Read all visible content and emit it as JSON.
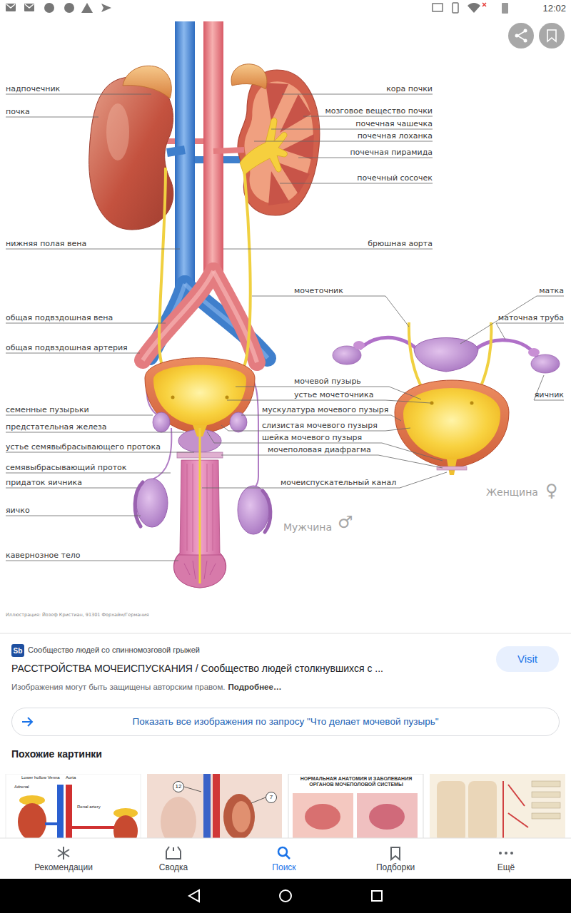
{
  "diagram": {
    "nodes": [
      {
        "text": [
          "Sb"
        ]
      },
      {
        "text": [
          "Visit"
        ]
      },
      {
        "text": [
          "Показать все изображения по запросу \"Что делает мочевой пузырь\""
        ]
      },
      {
        "text": [
          "12"
        ]
      },
      {
        "text": [
          "7"
        ]
      }
    ],
    "labels": [
      "12:02",
      "надпочечник",
      "кора почки",
      "почка",
      "мозговое вещество почки",
      "почечная чашечка",
      "почечная лоханка",
      "почечная пирамида",
      "почечный сосочек",
      "нижняя полая вена",
      "брюшная аорта",
      "мочеточник",
      "матка",
      "общая подвздошная вена",
      "маточная труба",
      "общая подвздошная артерия",
      "мочевой пузырь",
      "устье мочеточника",
      "яичник",
      "семенные пузырьки",
      "мускулатура мочевого пузыря",
      "предстательная железа",
      "слизистая мочевого пузыря",
      "шейка мочевого пузыря",
      "устье семявыбрасывающего протока",
      "мочеполовая диафрагма",
      "семявыбрасывающий проток",
      "придаток яичника",
      "мочеиспускательный канал",
      "Женщина",
      "♀",
      "яичко",
      "Мужчина",
      "♂",
      "кавернозное тело",
      "Иллюстрация: Йозеф Кристиан, 91301 Форхайм/Германия",
      "Сообщество людей со спинномозговой грыжей",
      "РАССТРОЙСТВА МОЧЕИСПУСКАНИЯ / Сообщество людей столкнувшихся с ...",
      "Изображения могут быть защищены авторским правом.",
      "Подробнее…",
      "Похожие картинки",
      "Lower hollow Venna",
      "Aorta",
      "Adrenal",
      "Renal artery",
      "НОРМАЛЬНАЯ АНАТОМИЯ И ЗАБОЛЕВАНИЯ ОРГАНОВ МОЧЕПОЛОВОЙ СИСТЕМЫ",
      "Рекомендации",
      "Сводка",
      "Поиск",
      "Подборки",
      "Ещё"
    ]
  }
}
